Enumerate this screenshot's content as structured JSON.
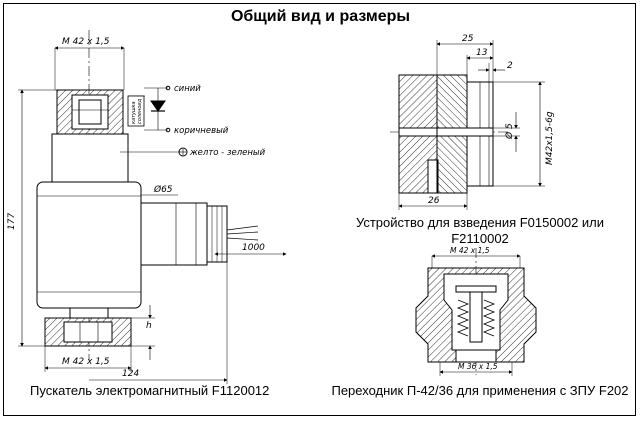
{
  "title": "Общий вид и размеры",
  "left_drawing": {
    "caption": "Пускатель электромагнитный F1120012",
    "dims": {
      "thread_top": "M 42 x 1,5",
      "height": "177",
      "diameter": "Ø65",
      "cable": "1000",
      "h": "h",
      "thread_bottom": "M 42 x 1,5",
      "width": "124"
    },
    "wires": {
      "blue": "синий",
      "brown": "коричневый",
      "ground": "желто - зеленый"
    },
    "coil_label_1": "катушка",
    "coil_label_2": "соленоид"
  },
  "right_top_drawing": {
    "caption": "Устройство для взведения F0150002 или F2110002",
    "dims": {
      "d25": "25",
      "d13": "13",
      "d2": "2",
      "d5": "Ø 5",
      "thread": "M42x1,5-6g",
      "d26": "26"
    }
  },
  "right_bottom_drawing": {
    "caption": "Переходник П-42/36 для применения с ЗПУ F202",
    "dims": {
      "top": "M 42 x 1,5",
      "bottom": "M 36 x 1,5"
    }
  },
  "colors": {
    "line": "#000000",
    "fill": "#ffffff",
    "hatch": "#000000"
  }
}
